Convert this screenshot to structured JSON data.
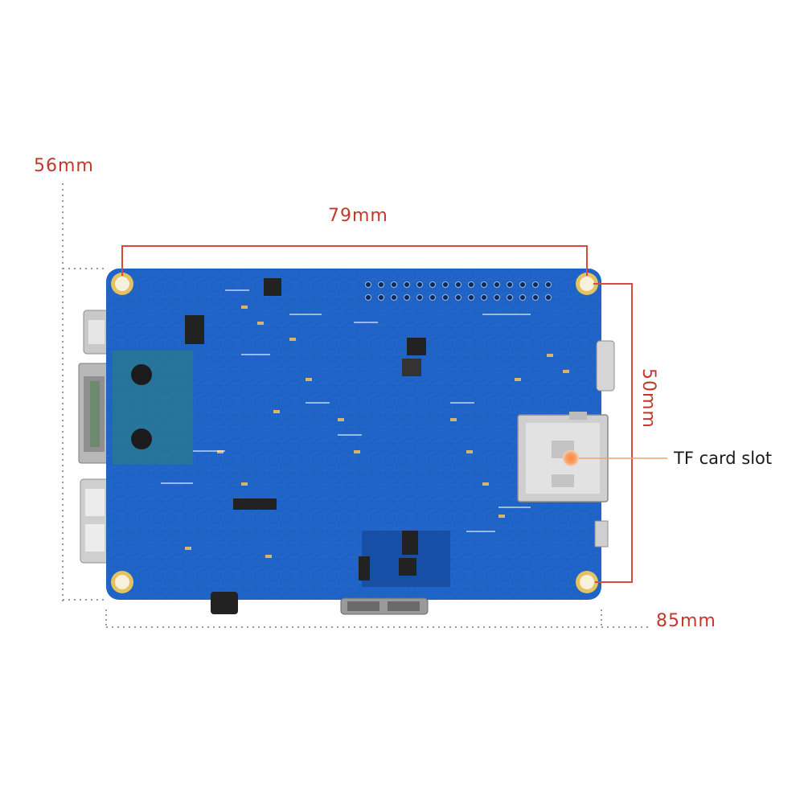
{
  "dimensions": {
    "height_total": "56mm",
    "width_holes": "79mm",
    "height_holes": "50mm",
    "width_total": "85mm"
  },
  "callouts": {
    "tf_card_slot": "TF card slot"
  },
  "colors": {
    "dimension_text": "#c0392b",
    "dimension_line": "#d94a3a",
    "guide_dots": "#9a9a9a",
    "board": "#1f63c6",
    "board_dark": "#174fa6",
    "trace": "#3d7fdb",
    "mount_hole": "#d9b04a",
    "callout_line": "#f2a266",
    "callout_dot": "#f07c2a"
  }
}
